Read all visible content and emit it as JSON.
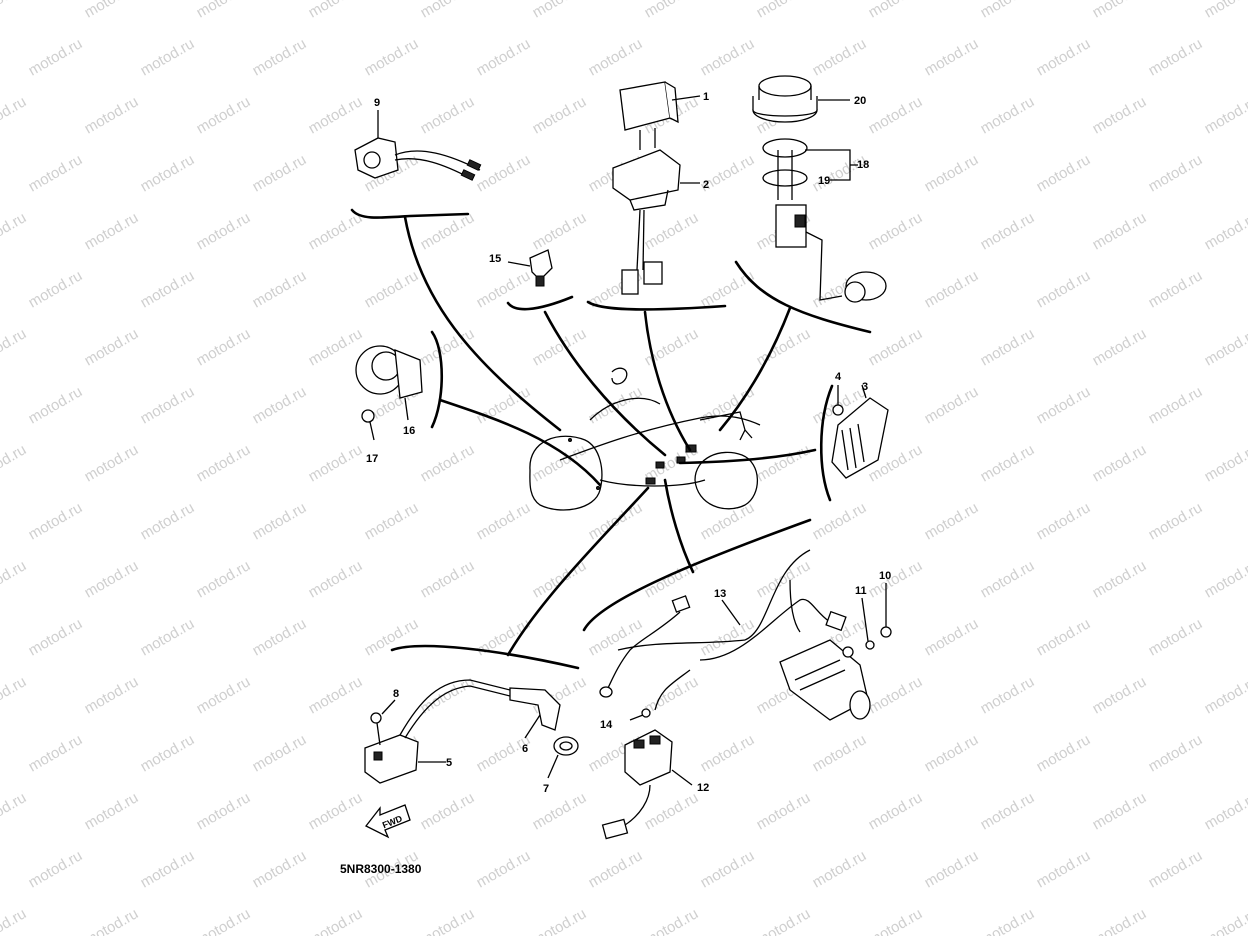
{
  "watermark": {
    "text": "motod.ru",
    "color": "#cfcfcf"
  },
  "diagram": {
    "code": "5NR8300-1380",
    "fwd_label": "FWD",
    "callouts": [
      {
        "id": "1",
        "label": "1"
      },
      {
        "id": "2",
        "label": "2"
      },
      {
        "id": "3",
        "label": "3"
      },
      {
        "id": "4",
        "label": "4"
      },
      {
        "id": "5",
        "label": "5"
      },
      {
        "id": "6",
        "label": "6"
      },
      {
        "id": "7",
        "label": "7"
      },
      {
        "id": "8",
        "label": "8"
      },
      {
        "id": "9",
        "label": "9"
      },
      {
        "id": "10",
        "label": "10"
      },
      {
        "id": "11",
        "label": "11"
      },
      {
        "id": "12",
        "label": "12"
      },
      {
        "id": "13",
        "label": "13"
      },
      {
        "id": "14",
        "label": "14"
      },
      {
        "id": "15",
        "label": "15"
      },
      {
        "id": "16",
        "label": "16"
      },
      {
        "id": "17",
        "label": "17"
      },
      {
        "id": "18",
        "label": "18"
      },
      {
        "id": "19",
        "label": "19"
      },
      {
        "id": "20",
        "label": "20"
      }
    ]
  }
}
